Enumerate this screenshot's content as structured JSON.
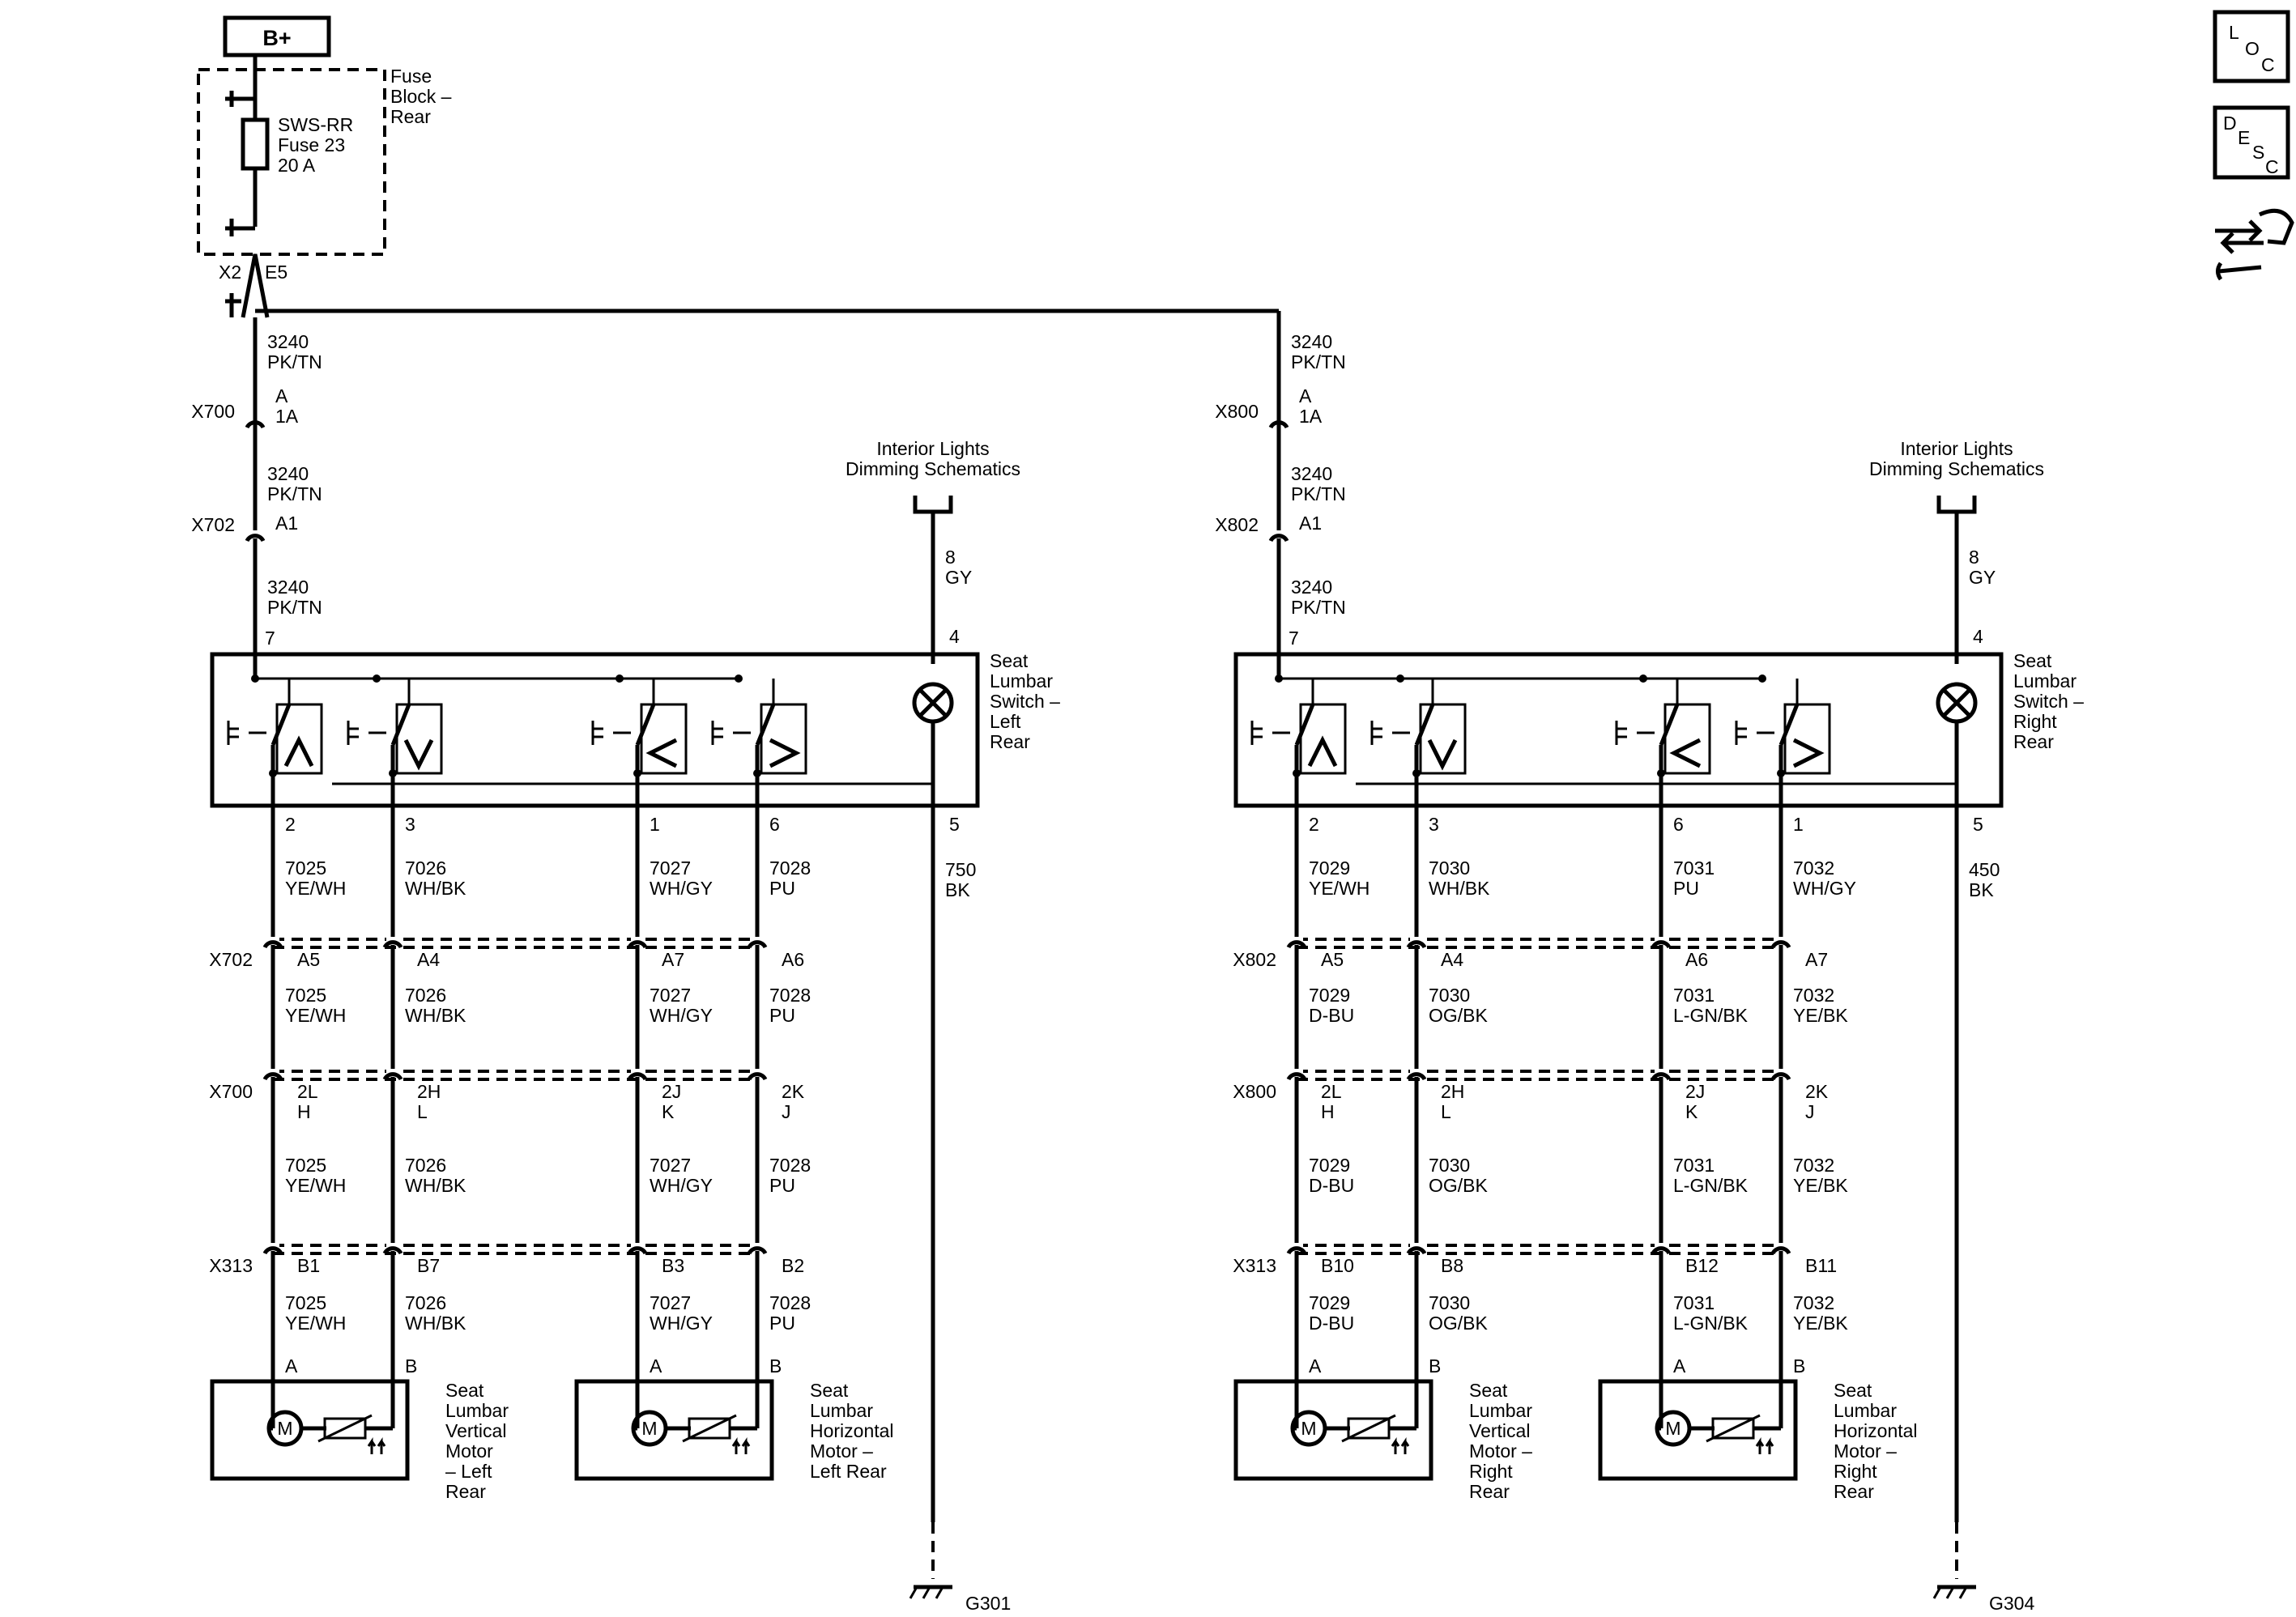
{
  "power": {
    "label": "B+"
  },
  "fuse_block": {
    "name_lines": [
      "Fuse",
      "Block –",
      "Rear"
    ],
    "fuse_lines": [
      "SWS-RR",
      "Fuse 23",
      "20 A"
    ],
    "connector": "X2",
    "pin": "E5"
  },
  "nav_icons": [
    {
      "name": "loc-icon",
      "letters": [
        "L",
        "O",
        "C"
      ]
    },
    {
      "name": "desc-icon",
      "letters": [
        "D",
        "E",
        "S",
        "C"
      ]
    },
    {
      "name": "connector-tools-icon"
    }
  ],
  "sides": [
    {
      "id": "left",
      "top_wire": {
        "circuit": "3240",
        "color": "PK/TN"
      },
      "feed_connectors": [
        {
          "name": "X700",
          "pin_lines": [
            "A",
            "1A"
          ],
          "wire": {
            "circuit": "3240",
            "color": "PK/TN"
          }
        },
        {
          "name": "X702",
          "pin_lines": [
            "A1"
          ],
          "wire": {
            "circuit": "3240",
            "color": "PK/TN"
          }
        }
      ],
      "dimming": {
        "label_lines": [
          "Interior Lights",
          "Dimming Schematics"
        ],
        "wire": {
          "circuit": "8",
          "color": "GY"
        },
        "pin": "4"
      },
      "switch": {
        "label_lines": [
          "Seat",
          "Lumbar",
          "Switch –",
          "Left",
          "Rear"
        ],
        "feed_pin": "7",
        "lamp_pin": "5",
        "ground_wire": {
          "circuit": "750",
          "color": "BK"
        },
        "ground": "G301"
      },
      "channels": [
        {
          "switch_pin": "2",
          "arrow": "up",
          "segments": [
            {
              "circuit": "7025",
              "color": "YE/WH"
            },
            {
              "circuit": "7025",
              "color": "YE/WH"
            },
            {
              "circuit": "7025",
              "color": "YE/WH"
            },
            {
              "circuit": "7025",
              "color": "YE/WH"
            }
          ],
          "cavities": [
            [
              "A5"
            ],
            [
              "2L",
              "H"
            ],
            [
              "B1"
            ]
          ],
          "motor_pin": "A"
        },
        {
          "switch_pin": "3",
          "arrow": "down",
          "segments": [
            {
              "circuit": "7026",
              "color": "WH/BK"
            },
            {
              "circuit": "7026",
              "color": "WH/BK"
            },
            {
              "circuit": "7026",
              "color": "WH/BK"
            },
            {
              "circuit": "7026",
              "color": "WH/BK"
            }
          ],
          "cavities": [
            [
              "A4"
            ],
            [
              "2H",
              "L"
            ],
            [
              "B7"
            ]
          ],
          "motor_pin": "B"
        },
        {
          "switch_pin": "1",
          "arrow": "left",
          "segments": [
            {
              "circuit": "7027",
              "color": "WH/GY"
            },
            {
              "circuit": "7027",
              "color": "WH/GY"
            },
            {
              "circuit": "7027",
              "color": "WH/GY"
            },
            {
              "circuit": "7027",
              "color": "WH/GY"
            }
          ],
          "cavities": [
            [
              "A7"
            ],
            [
              "2J",
              "K"
            ],
            [
              "B3"
            ]
          ],
          "motor_pin": "A"
        },
        {
          "switch_pin": "6",
          "arrow": "right",
          "segments": [
            {
              "circuit": "7028",
              "color": "PU"
            },
            {
              "circuit": "7028",
              "color": "PU"
            },
            {
              "circuit": "7028",
              "color": "PU"
            },
            {
              "circuit": "7028",
              "color": "PU"
            }
          ],
          "cavities": [
            [
              "A6"
            ],
            [
              "2K",
              "J"
            ],
            [
              "B2"
            ]
          ],
          "motor_pin": "B"
        }
      ],
      "row_connectors": [
        "X702",
        "X700",
        "X313"
      ],
      "motors": [
        {
          "label_lines": [
            "Seat",
            "Lumbar",
            "Vertical",
            "Motor",
            "– Left",
            "Rear"
          ],
          "symbol": "M"
        },
        {
          "label_lines": [
            "Seat",
            "Lumbar",
            "Horizontal",
            "Motor –",
            "Left Rear"
          ],
          "symbol": "M"
        }
      ]
    },
    {
      "id": "right",
      "top_wire": {
        "circuit": "3240",
        "color": "PK/TN"
      },
      "feed_connectors": [
        {
          "name": "X800",
          "pin_lines": [
            "A",
            "1A"
          ],
          "wire": {
            "circuit": "3240",
            "color": "PK/TN"
          }
        },
        {
          "name": "X802",
          "pin_lines": [
            "A1"
          ],
          "wire": {
            "circuit": "3240",
            "color": "PK/TN"
          }
        }
      ],
      "dimming": {
        "label_lines": [
          "Interior Lights",
          "Dimming Schematics"
        ],
        "wire": {
          "circuit": "8",
          "color": "GY"
        },
        "pin": "4"
      },
      "switch": {
        "label_lines": [
          "Seat",
          "Lumbar",
          "Switch –",
          "Right",
          "Rear"
        ],
        "feed_pin": "7",
        "lamp_pin": "5",
        "ground_wire": {
          "circuit": "450",
          "color": "BK"
        },
        "ground": "G304"
      },
      "channels": [
        {
          "switch_pin": "2",
          "arrow": "up",
          "segments": [
            {
              "circuit": "7029",
              "color": "YE/WH"
            },
            {
              "circuit": "7029",
              "color": "D-BU"
            },
            {
              "circuit": "7029",
              "color": "D-BU"
            },
            {
              "circuit": "7029",
              "color": "D-BU"
            }
          ],
          "cavities": [
            [
              "A5"
            ],
            [
              "2L",
              "H"
            ],
            [
              "B10"
            ]
          ],
          "motor_pin": "A"
        },
        {
          "switch_pin": "3",
          "arrow": "down",
          "segments": [
            {
              "circuit": "7030",
              "color": "WH/BK"
            },
            {
              "circuit": "7030",
              "color": "OG/BK"
            },
            {
              "circuit": "7030",
              "color": "OG/BK"
            },
            {
              "circuit": "7030",
              "color": "OG/BK"
            }
          ],
          "cavities": [
            [
              "A4"
            ],
            [
              "2H",
              "L"
            ],
            [
              "B8"
            ]
          ],
          "motor_pin": "B"
        },
        {
          "switch_pin": "6",
          "arrow": "left",
          "segments": [
            {
              "circuit": "7031",
              "color": "PU"
            },
            {
              "circuit": "7031",
              "color": "L-GN/BK"
            },
            {
              "circuit": "7031",
              "color": "L-GN/BK"
            },
            {
              "circuit": "7031",
              "color": "L-GN/BK"
            }
          ],
          "cavities": [
            [
              "A6"
            ],
            [
              "2J",
              "K"
            ],
            [
              "B12"
            ]
          ],
          "motor_pin": "A"
        },
        {
          "switch_pin": "1",
          "arrow": "right",
          "segments": [
            {
              "circuit": "7032",
              "color": "WH/GY"
            },
            {
              "circuit": "7032",
              "color": "YE/BK"
            },
            {
              "circuit": "7032",
              "color": "YE/BK"
            },
            {
              "circuit": "7032",
              "color": "YE/BK"
            }
          ],
          "cavities": [
            [
              "A7"
            ],
            [
              "2K",
              "J"
            ],
            [
              "B11"
            ]
          ],
          "motor_pin": "B"
        }
      ],
      "row_connectors": [
        "X802",
        "X800",
        "X313"
      ],
      "motors": [
        {
          "label_lines": [
            "Seat",
            "Lumbar",
            "Vertical",
            "Motor –",
            "Right",
            "Rear"
          ],
          "symbol": "M"
        },
        {
          "label_lines": [
            "Seat",
            "Lumbar",
            "Horizontal",
            "Motor –",
            "Right",
            "Rear"
          ],
          "symbol": "M"
        }
      ]
    }
  ]
}
